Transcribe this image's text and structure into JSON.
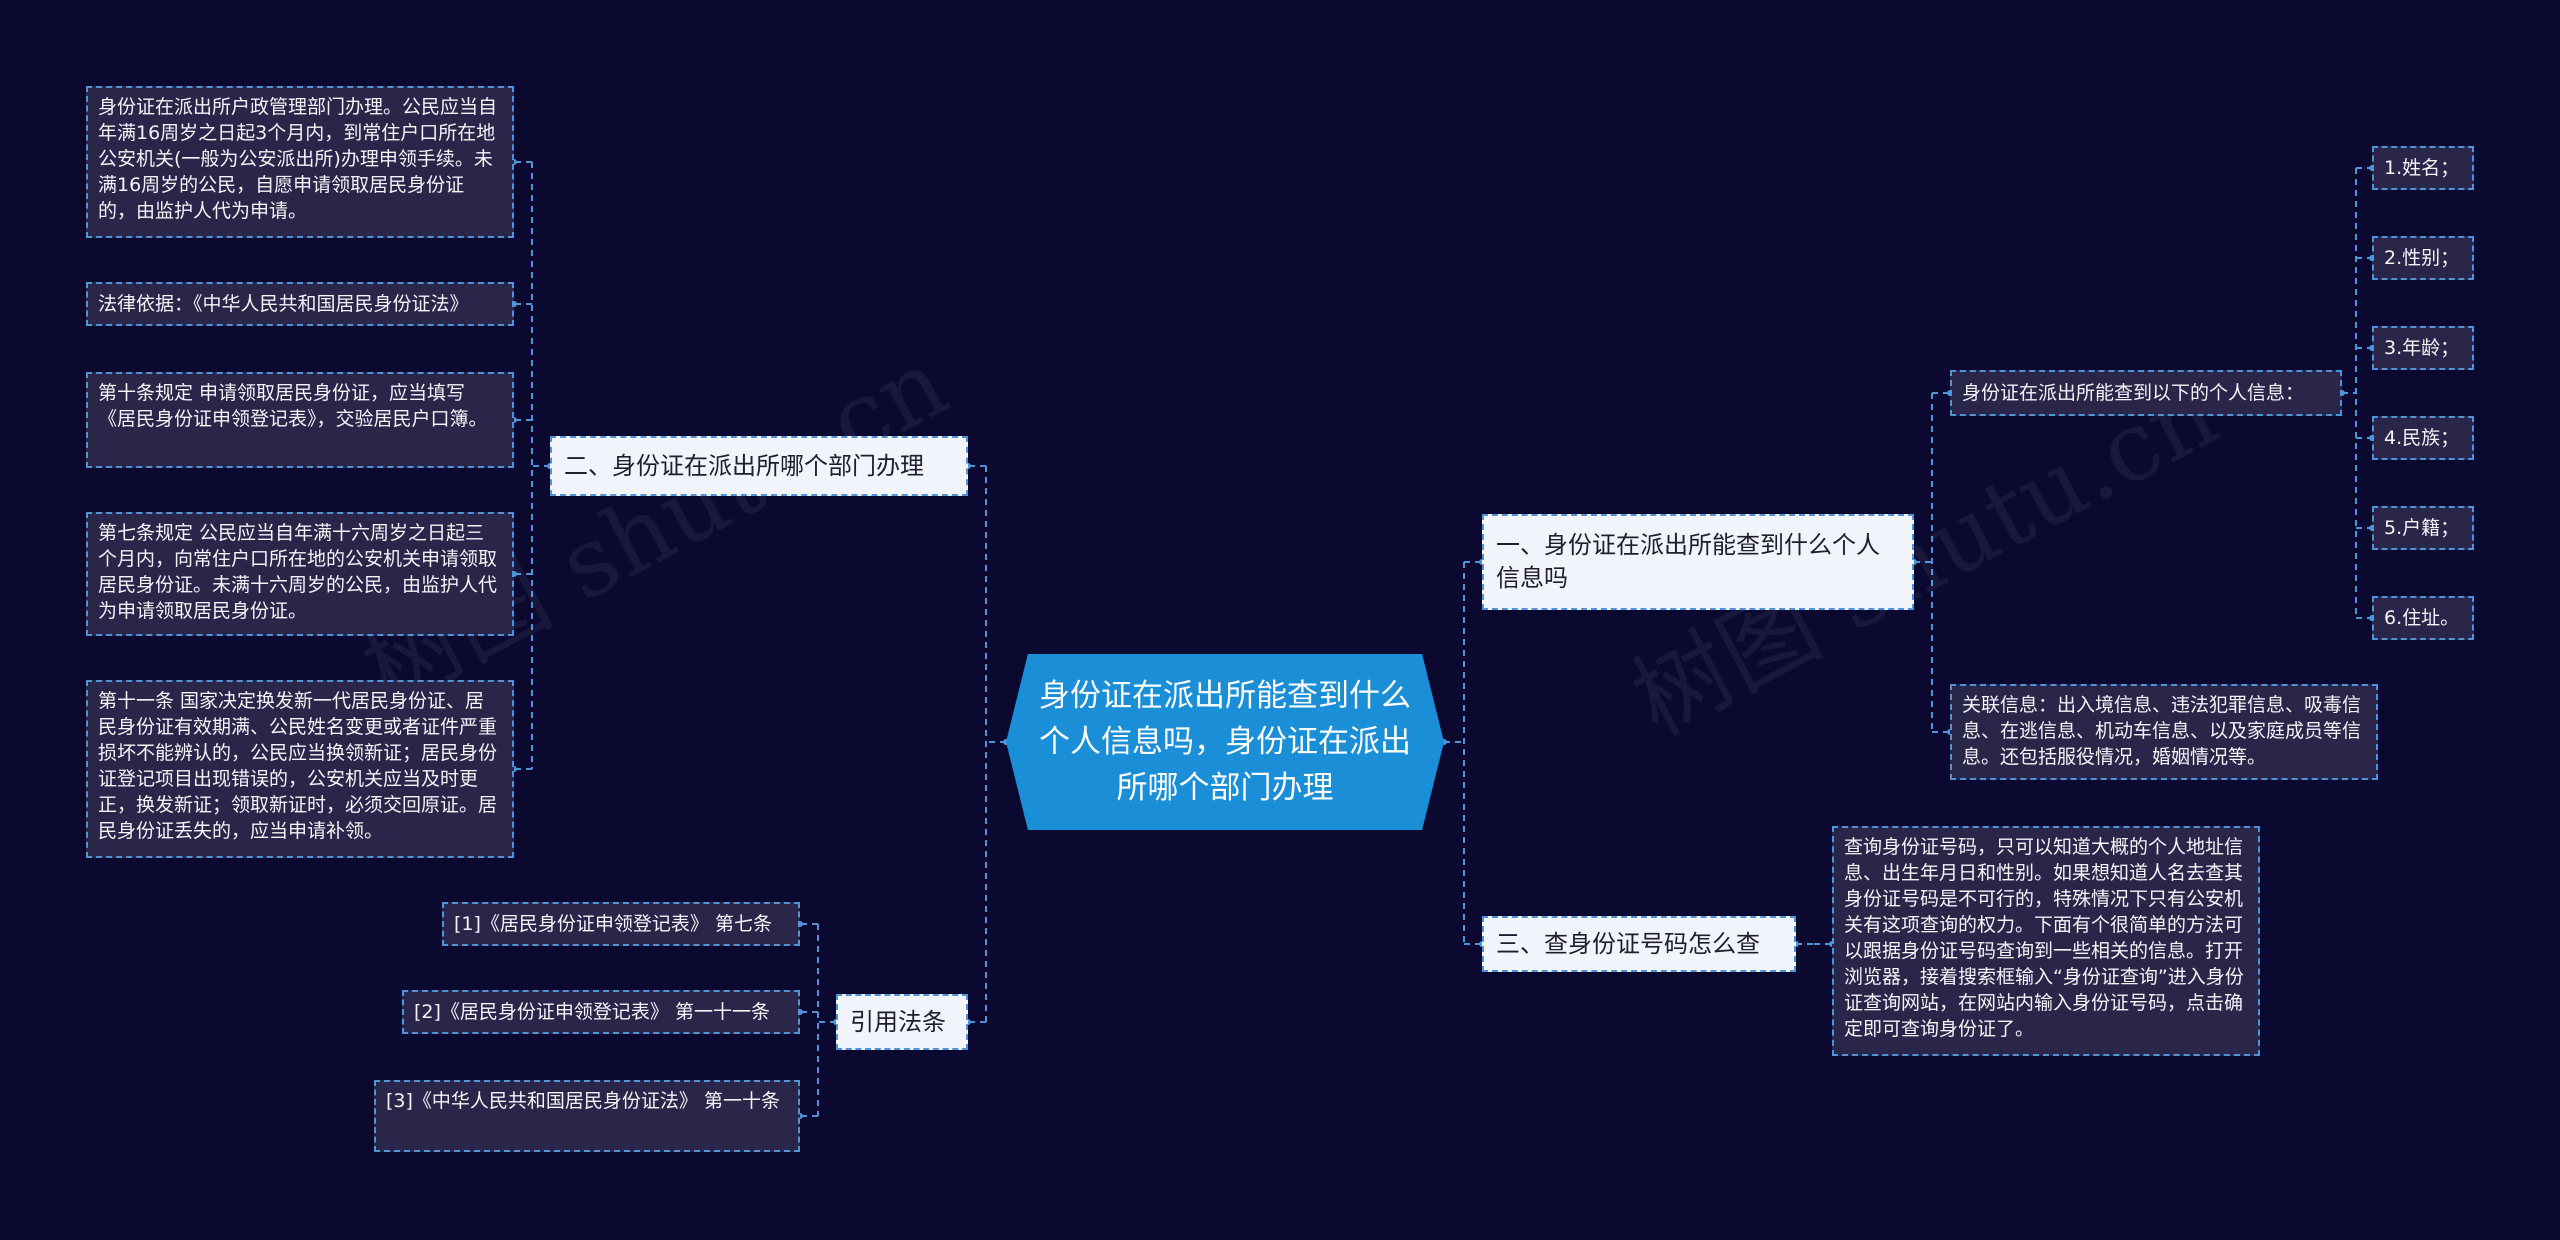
{
  "root": {
    "title": "身份证在派出所能查到什么个人信息吗，身份证在派出所哪个部门办理"
  },
  "right": {
    "branch1": {
      "label": "一、身份证在派出所能查到什么个人信息吗",
      "sub1": "身份证在派出所能查到以下的个人信息：",
      "items": [
        "1.姓名；",
        "2.性别；",
        "3.年龄；",
        "4.民族；",
        "5.户籍；",
        "6.住址。"
      ],
      "sub2": "关联信息：出入境信息、违法犯罪信息、吸毒信息、在逃信息、机动车信息、以及家庭成员等信息。还包括服役情况，婚姻情况等。"
    },
    "branch3": {
      "label": "三、查身份证号码怎么查",
      "text": "查询身份证号码，只可以知道大概的个人地址信息、出生年月日和性别。如果想知道人名去查其身份证号码是不可行的，特殊情况下只有公安机关有这项查询的权力。下面有个很简单的方法可以跟据身份证号码查询到一些相关的信息。打开浏览器，接着搜索框输入“身份证查询”进入身份证查询网站，在网站内输入身份证号码，点击确定即可查询身份证了。"
    }
  },
  "left": {
    "branch2": {
      "label": "二、身份证在派出所哪个部门办理",
      "items": [
        "身份证在派出所户政管理部门办理。公民应当自年满16周岁之日起3个月内，到常住户口所在地公安机关(一般为公安派出所)办理申领手续。未满16周岁的公民，自愿申请领取居民身份证的，由监护人代为申请。",
        "法律依据：《中华人民共和国居民身份证法》",
        "第十条规定 申请领取居民身份证，应当填写《居民身份证申领登记表》，交验居民户口簿。",
        "第七条规定 公民应当自年满十六周岁之日起三个月内，向常住户口所在地的公安机关申请领取居民身份证。未满十六周岁的公民，由监护人代为申请领取居民身份证。",
        "第十一条 国家决定换发新一代居民身份证、居民身份证有效期满、公民姓名变更或者证件严重损坏不能辨认的，公民应当换领新证；居民身份证登记项目出现错误的，公安机关应当及时更正，换发新证；领取新证时，必须交回原证。居民身份证丢失的，应当申请补领。"
      ]
    },
    "branch4": {
      "label": "引用法条",
      "items": [
        "[1]《居民身份证申领登记表》 第七条",
        "[2]《居民身份证申领登记表》 第一十一条",
        "[3]《中华人民共和国居民身份证法》 第一十条"
      ]
    }
  },
  "watermarks": [
    "树图 shutu.cn",
    "树图 shutu.cn"
  ],
  "colors": {
    "background": "#0b0930",
    "root": "#1a8ed6",
    "connector": "#4f93d8",
    "leaf": "#29264a",
    "branch": "#f1f4fb"
  }
}
